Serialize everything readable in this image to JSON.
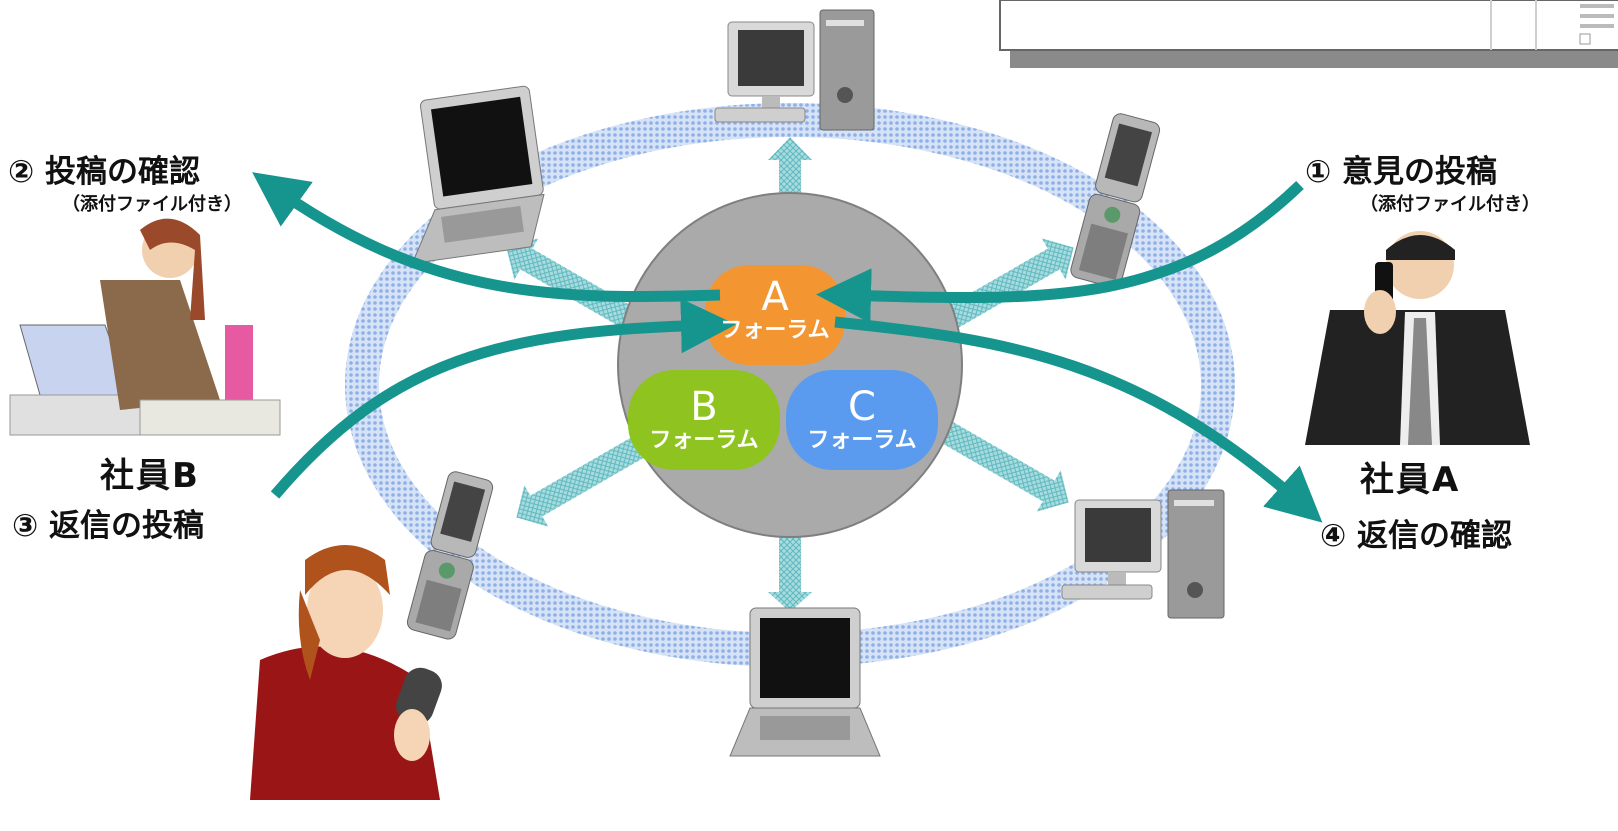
{
  "forums": [
    {
      "letter": "A",
      "name": "フォーラム",
      "color": "#f39632"
    },
    {
      "letter": "B",
      "name": "フォーラム",
      "color": "#8fc31f"
    },
    {
      "letter": "C",
      "name": "フォーラム",
      "color": "#5b9bef"
    }
  ],
  "steps": {
    "step1": {
      "title": "① 意見の投稿",
      "sub": "（添付ファイル付き）"
    },
    "step2": {
      "title": "② 投稿の確認",
      "sub": "（添付ファイル付き）"
    },
    "step3": {
      "title": "③ 返信の投稿"
    },
    "step4": {
      "title": "④ 返信の確認"
    }
  },
  "employees": {
    "employee_a": "社員A",
    "employee_b": "社員B"
  },
  "colors": {
    "flow_arrow": "#16958f",
    "network_ring": "#aec8ef",
    "access_arrow": "#7fc9cf",
    "hub": "#aaaaaa"
  }
}
